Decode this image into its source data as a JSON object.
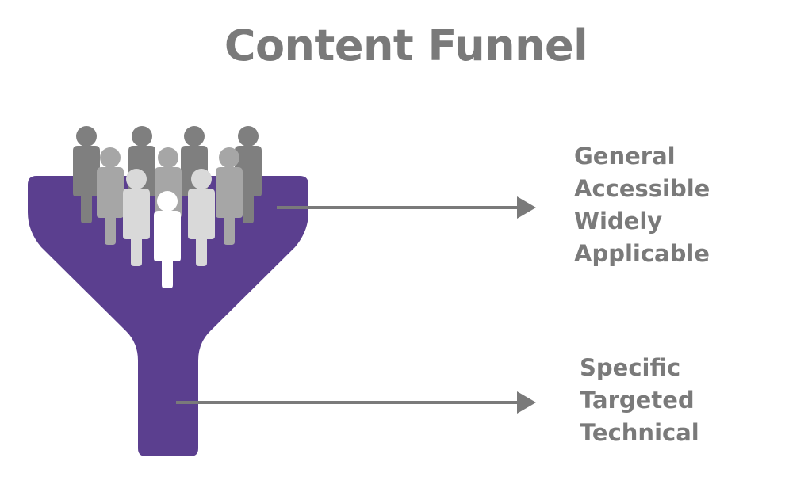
{
  "title": "Content Funnel",
  "colors": {
    "funnel": "#5b3f8f",
    "text": "#7a7a7a",
    "arrow": "#7a7a7a",
    "person_dark": "#7f7f7f",
    "person_mid": "#a6a6a6",
    "person_light": "#d9d9d9",
    "person_white": "#ffffff"
  },
  "labels": {
    "top": [
      "General",
      "Accessible",
      "Widely",
      "Applicable"
    ],
    "bottom": [
      "Specific",
      "Targeted",
      "Technical"
    ]
  },
  "icons": {
    "crowd": "people-crowd-icon",
    "funnel": "funnel-shape"
  }
}
